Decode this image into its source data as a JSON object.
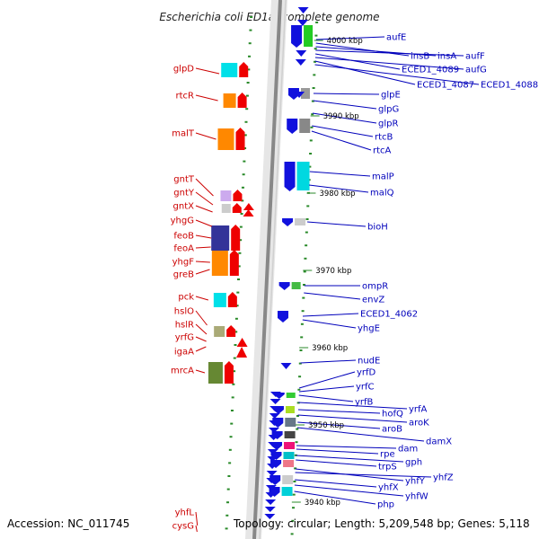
{
  "title": "Escherichia coli ED1a, complete genome",
  "footer": {
    "accession": "Accession: NC_011745",
    "summary": "Topology: circular; Length: 5,209,548 bp; Genes: 5,118"
  },
  "colors": {
    "forward": "#ee0000",
    "reverse": "#1111dd",
    "left_label": "#cc0000",
    "right_label": "#0000bb",
    "ruler": "#888888"
  },
  "scale_labels": [
    "4000 kbp",
    "3990 kbp",
    "3980 kbp",
    "3970 kbp",
    "3960 kbp",
    "3950 kbp",
    "3940 kbp"
  ],
  "left_genes": [
    "glpD",
    "rtcR",
    "malT",
    "gntT",
    "gntY",
    "gntX",
    "yhgG",
    "feoB",
    "feoA",
    "yhgF",
    "greB",
    "pck",
    "hslO",
    "hslR",
    "yrfG",
    "igaA",
    "mrcA",
    "yhfL",
    "cysG"
  ],
  "right_genes": [
    "aufE",
    "insB",
    "insA",
    "aufF",
    "ECED1_4089",
    "aufG",
    "ECED1_4087",
    "ECED1_4088",
    "glpE",
    "glpG",
    "glpR",
    "rtcB",
    "rtcA",
    "malP",
    "malQ",
    "bioH",
    "ompR",
    "envZ",
    "ECED1_4062",
    "yhgE",
    "nudE",
    "yrfD",
    "yrfC",
    "yrfB",
    "yrfA",
    "hofQ",
    "aroK",
    "aroB",
    "damX",
    "dam",
    "rpe",
    "gph",
    "trpS",
    "yhfY",
    "yhfZ",
    "yhfX",
    "yhfW",
    "php"
  ]
}
